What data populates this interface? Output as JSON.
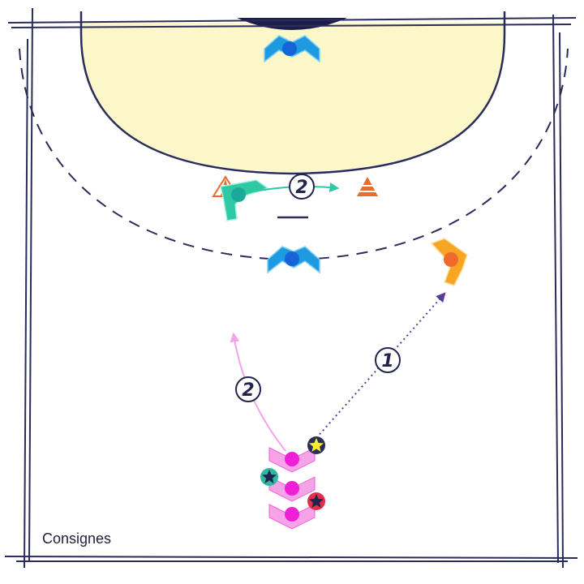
{
  "caption": "Consignes",
  "labels": {
    "pass": "1",
    "run_player": "2",
    "run_defender": "2"
  },
  "colors": {
    "court_lines": "#2a2c5a",
    "goal_area": "#fbf7c9",
    "defender_blue": "#1e9be0",
    "attacker_pink": "#f05fd8",
    "attacker_orange": "#f7a623",
    "defender_green": "#2ec9a4",
    "cone_orange": "#ec6a2a",
    "arrow_purple": "#5a3c9e",
    "arrow_pink": "#f7a3e8",
    "arrow_green": "#2ec9a4"
  },
  "icons": {
    "star_yellow": "star-icon",
    "star_teal": "star-icon",
    "star_red": "star-icon"
  }
}
